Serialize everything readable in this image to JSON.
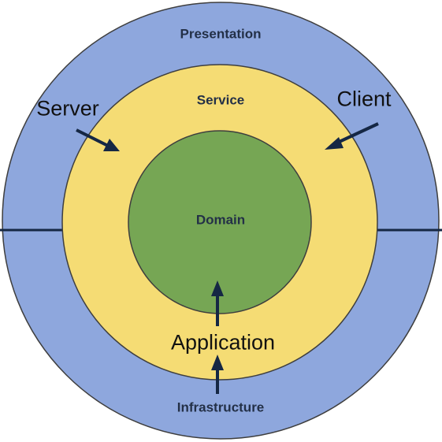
{
  "layers": {
    "presentation": "Presentation",
    "service": "Service",
    "domain": "Domain",
    "infrastructure": "Infrastructure"
  },
  "annotations": {
    "server": "Server",
    "client": "Client",
    "application": "Application"
  },
  "colors": {
    "outer_ring": "#8ea7dd",
    "middle_ring": "#f5dc74",
    "core": "#76a654",
    "stroke": "#3e3e3e",
    "arrow": "#152744"
  }
}
